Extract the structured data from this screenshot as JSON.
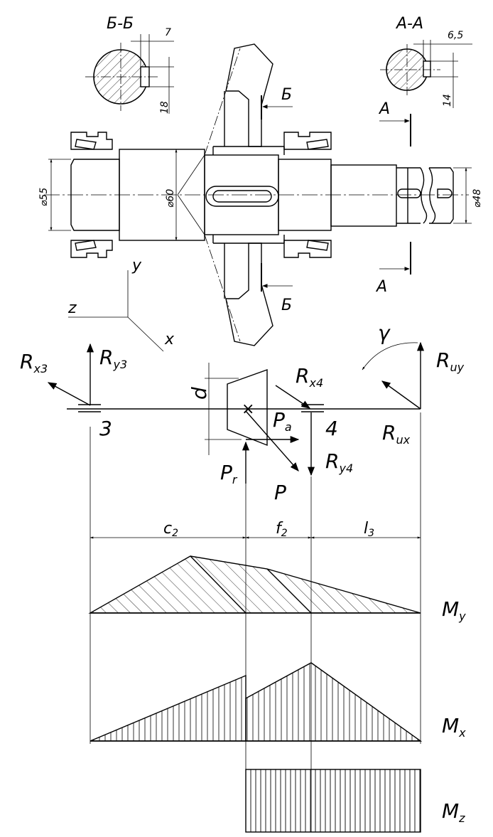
{
  "sections": {
    "bb": {
      "title": "Б-Б",
      "dim_width": "7",
      "dim_depth": "18"
    },
    "aa": {
      "title": "А-А",
      "dim_width": "6,5",
      "dim_depth": "14"
    }
  },
  "cut_marks": {
    "b_top": "Б",
    "b_bottom": "Б",
    "a_top": "А",
    "a_bottom": "А"
  },
  "diameters": {
    "d1": "⌀55",
    "d2": "⌀60",
    "d3": "⌀48"
  },
  "axes": {
    "y": "y",
    "z": "z",
    "x": "x"
  },
  "forces": {
    "rx3": {
      "main": "R",
      "sub": "x3"
    },
    "ry3": {
      "main": "R",
      "sub": "y3"
    },
    "rx4": {
      "main": "R",
      "sub": "x4"
    },
    "ry4": {
      "main": "R",
      "sub": "y4"
    },
    "ruy": {
      "main": "R",
      "sub": "uy"
    },
    "rux": {
      "main": "R",
      "sub": "ux"
    },
    "pa": {
      "main": "P",
      "sub": "a"
    },
    "pr": {
      "main": "P",
      "sub": "r"
    },
    "p": "P",
    "d": "d",
    "gamma": "γ"
  },
  "supports": {
    "s3": "3",
    "s4": "4"
  },
  "spans": {
    "c2": {
      "main": "c",
      "sub": "2"
    },
    "f2": {
      "main": "f",
      "sub": "2"
    },
    "l3": {
      "main": "l",
      "sub": "3"
    }
  },
  "diagrams": {
    "my": {
      "main": "M",
      "sub": "y"
    },
    "mx": {
      "main": "M",
      "sub": "x"
    },
    "mz": {
      "main": "M",
      "sub": "z"
    }
  }
}
